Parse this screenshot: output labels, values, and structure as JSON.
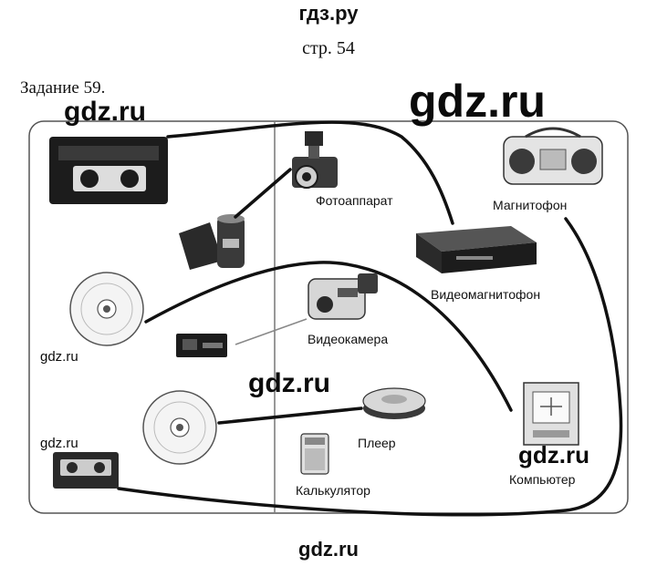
{
  "header": {
    "site": "гдз.ру",
    "page_ref": "стр. 54"
  },
  "task": {
    "title": "Задание 59."
  },
  "watermarks": {
    "big": "gdz.ru",
    "mid1": "gdz.ru",
    "mid2": "gdz.ru",
    "mid3": "gdz.ru",
    "small1": "gdz.ru",
    "small2": "gdz.ru"
  },
  "labels": {
    "photo_camera": "Фотоаппарат",
    "tape_recorder": "Магнитофон",
    "vcr": "Видеомагнитофон",
    "video_camera": "Видеокамера",
    "player": "Плеер",
    "computer": "Компьютер",
    "calculator": "Калькулятор"
  },
  "footer": {
    "site": "gdz.ru"
  },
  "colors": {
    "line": "#111111",
    "panel_border": "#555555",
    "device": "#2a2a2a"
  },
  "icons": [
    "videocassette-icon",
    "film-roll-icon",
    "cd-disc-icon",
    "memory-card-icon",
    "cd-disc-icon",
    "audio-cassette-icon",
    "photo-camera-icon",
    "video-camera-icon",
    "calculator-icon",
    "cd-player-icon",
    "boombox-icon",
    "vcr-icon",
    "computer-icon"
  ]
}
